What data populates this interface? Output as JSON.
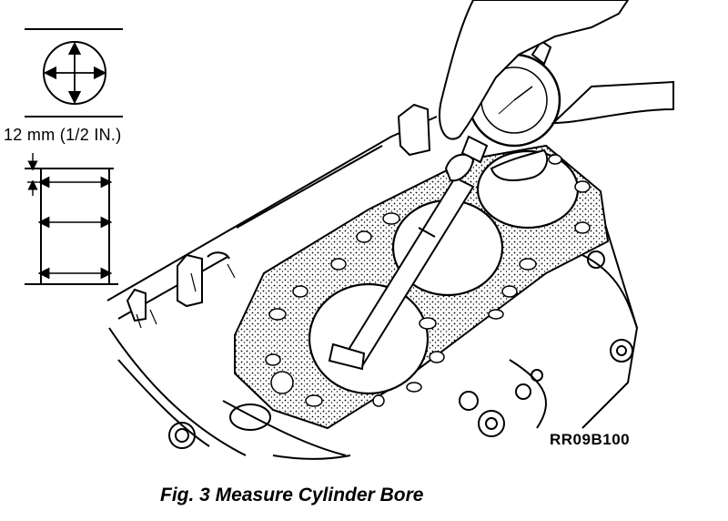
{
  "figure": {
    "dimension_label": "12 mm (1/2 IN.)",
    "part_code": "RR09B100",
    "caption": "Fig. 3 Measure Cylinder Bore"
  },
  "icons": {
    "bore_cross_section": "circle-with-measurement-arrows-icon",
    "bore_side_view": "cylinder-wall-measurement-icon"
  }
}
